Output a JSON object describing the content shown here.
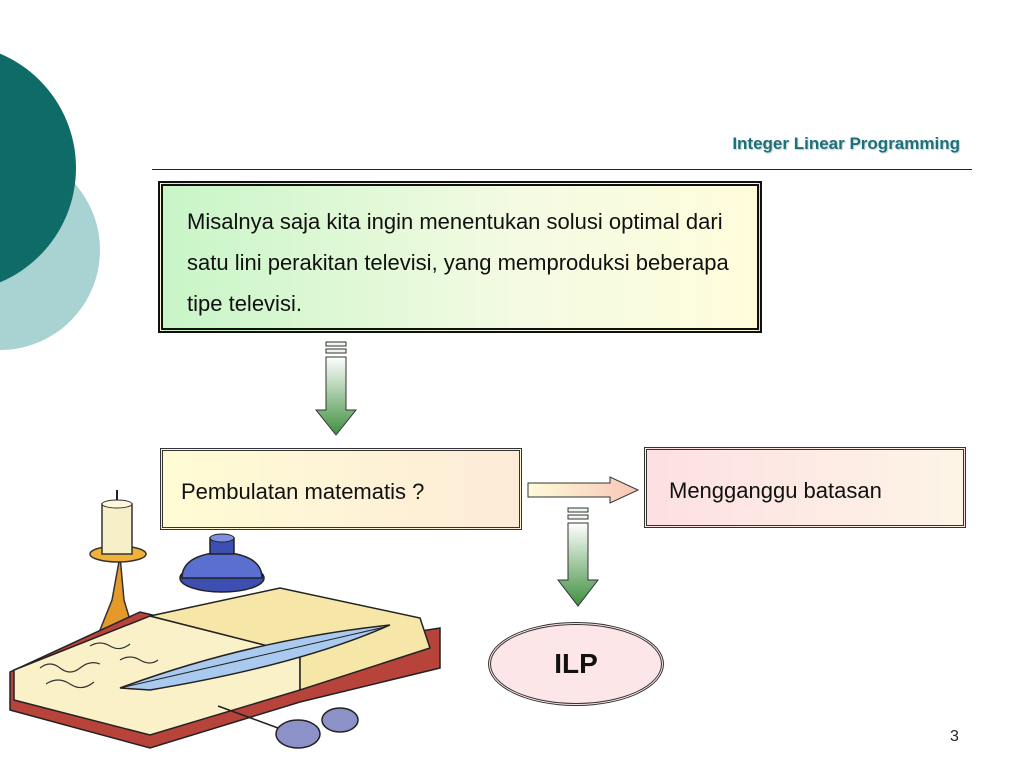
{
  "slide": {
    "title": "Integer Linear Programming",
    "page_number": "3"
  },
  "boxes": {
    "main_text": "Misalnya saja kita ingin menentukan solusi optimal dari satu lini perakitan televisi, yang memproduksi beberapa tipe televisi.",
    "rounding_text": "Pembulatan matematis ?",
    "disturb_text": "Mengganggu batasan",
    "ilp_text": "ILP"
  },
  "colors": {
    "circle_dark": "#0f6b66",
    "circle_light": "#a9d3d3",
    "title_color": "#1f6f78",
    "arrow_green": "#4c9a4c"
  },
  "icons": {
    "clipart": "book-quill-candle-clipart"
  }
}
